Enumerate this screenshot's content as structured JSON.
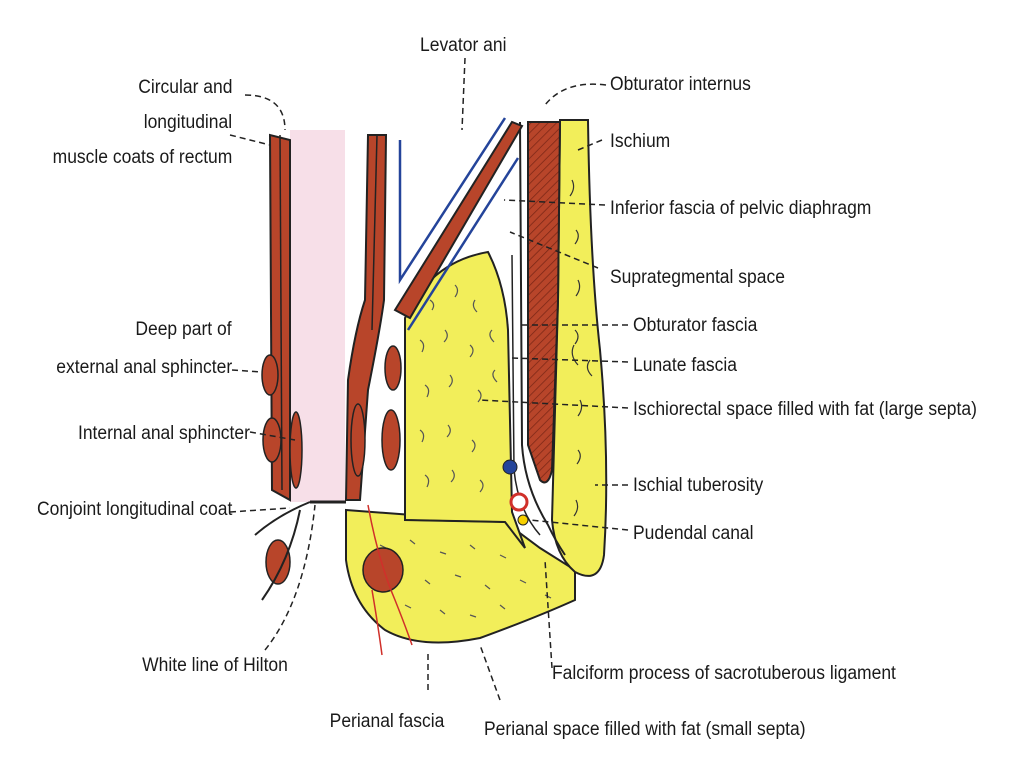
{
  "labels": {
    "circular_coats": [
      "Circular and",
      "longitudinal",
      "muscle coats of rectum"
    ],
    "deep_sphincter": [
      "Deep part of",
      "external anal sphincter"
    ],
    "internal_sphincter": "Internal anal sphincter",
    "conjoint_coat": "Conjoint longitudinal coat",
    "white_line": "White line of Hilton",
    "perianal_fascia": "Perianal fascia",
    "perianal_space": "Perianal space filled with fat (small septa)",
    "levator_ani": "Levator ani",
    "obturator_internus": "Obturator internus",
    "ischium": "Ischium",
    "inferior_fascia": "Inferior fascia of pelvic diaphragm",
    "suprategmental": "Suprategmental space",
    "obturator_fascia": "Obturator fascia",
    "lunate_fascia": "Lunate fascia",
    "ischiorectal": "Ischiorectal space filled with fat (large septa)",
    "ischial_tuberosity": "Ischial tuberosity",
    "pudendal_canal": "Pudendal canal",
    "falciform": "Falciform process of sacrotuberous ligament"
  },
  "colors": {
    "muscle": "#b8452a",
    "fat": "#f2ee5a",
    "lumen": "#f7dfe8",
    "fascia_blue": "#24449a",
    "outline": "#222222"
  }
}
